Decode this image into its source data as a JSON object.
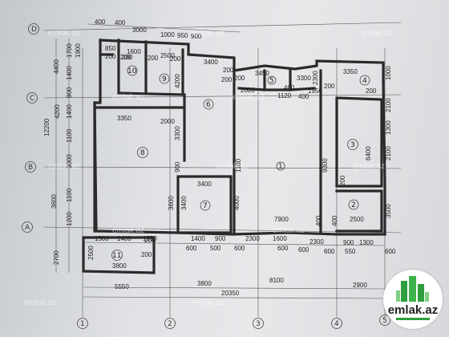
{
  "watermark": "emlak.az",
  "logo": {
    "text": "emlak.az",
    "accent": "#2e9e3e"
  },
  "axes": {
    "rows": [
      "D",
      "C",
      "B",
      "A"
    ],
    "cols": [
      "1",
      "2",
      "3",
      "4",
      "5"
    ]
  },
  "rooms": [
    "10",
    "9",
    "6",
    "5",
    "4",
    "8",
    "3",
    "7",
    "2",
    "1",
    "11"
  ],
  "dims": {
    "left": [
      "4400",
      "12200",
      "3600",
      "2700",
      "1700",
      "1900",
      "1400",
      "900",
      "4200",
      "1400",
      "1100",
      "3000",
      "1100",
      "1200"
    ],
    "top": [
      "400",
      "400",
      "3000",
      "1000",
      "950",
      "900",
      "850",
      "200",
      "1600",
      "200",
      "2500",
      "3400",
      "200"
    ],
    "interior": [
      "200",
      "200",
      "200",
      "4200",
      "3350",
      "2000",
      "3300",
      "900",
      "1100",
      "3400",
      "3600",
      "3400",
      "4000",
      "7900",
      "3450",
      "3300",
      "2300",
      "2000",
      "400",
      "1120",
      "1950",
      "400",
      "3350",
      "1000",
      "200",
      "200",
      "200",
      "200",
      "6400",
      "9300",
      "2500",
      "200",
      "1300",
      "2100",
      "2100",
      "3500",
      "400",
      "400",
      "200"
    ],
    "bottom_row1": [
      "1500",
      "1400",
      "1550",
      "1400",
      "900",
      "2300",
      "1600",
      "2300",
      "900",
      "1300"
    ],
    "bottom_row2": [
      "600",
      "500",
      "600",
      "600",
      "600",
      "600",
      "550",
      "600"
    ],
    "room11": [
      "2500",
      "3800",
      "200"
    ],
    "overall": [
      "5550",
      "3800",
      "8100",
      "2900",
      "20350"
    ]
  }
}
